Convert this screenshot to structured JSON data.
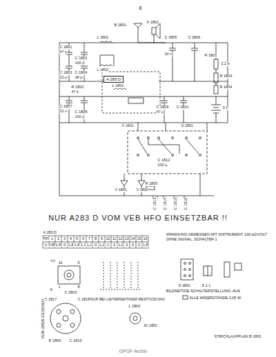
{
  "diagram": {
    "title": "NUR A283 D VOM VEB HFO EINSETZBAR !!",
    "nodes": [
      {
        "text": [
          "A 283 D"
        ]
      }
    ],
    "labels": [
      "8",
      "B 1801",
      "X 1801",
      "C 1801",
      "47 p",
      "C 1802",
      "100 p",
      "L 1801",
      "C 1803",
      "22 p",
      "C 1804",
      "18 p",
      "L 1802",
      "C 1805",
      "10 n",
      "C 1806",
      "R 1801",
      "2,2 k",
      "R 1802",
      "47 k",
      "C 1807",
      "22 n",
      "C 1808",
      "100 µ",
      "L 1803",
      "C 1809",
      "47 µ",
      "C 1810",
      "R 1803",
      "R 1804",
      "3 V",
      "S 1801",
      "C 1811",
      "V 1801",
      "V 1802",
      "R 1805",
      "C 1812",
      "220 µ",
      "C 1813",
      "C 1814",
      "C 1815",
      "C 1816",
      "A 283 D",
      "SPANNUNG GEMESSEN MIT INSTRUMENT 100 kΩ/VOLT",
      "OHNE SIGNAL, SCHALTER 1",
      "+U",
      "16",
      "9",
      "1",
      "8",
      "A",
      "C 1803",
      "C 1817",
      "C 1818",
      "VON OBEN GESEHEN",
      "R 1806",
      "C 1819",
      "NUR BEI LEITERSEITIGER BESTÜCKUNG",
      "L 1804",
      "Dr 1801",
      "S 1801",
      "S 1 1",
      "BILDSEITIGE SCHALTERSTELLUNG: AUS",
      "ALLE WIDERSTÄNDE 0,05 W",
      "STRICHLAUFPLAN B 1803",
      "GPGF Archiv",
      "PIN",
      "1",
      "2",
      "3",
      "4",
      "5",
      "6",
      "7",
      "8",
      "9",
      "10",
      "11",
      "12",
      "13",
      "14",
      "15",
      "16",
      "U",
      "0,85",
      "1,8",
      "0",
      "1,8",
      "1,8",
      "1,1",
      "1,1",
      "0",
      "1,2",
      "2",
      "3",
      "1,2",
      "3",
      "3",
      "0",
      "1,8"
    ]
  }
}
